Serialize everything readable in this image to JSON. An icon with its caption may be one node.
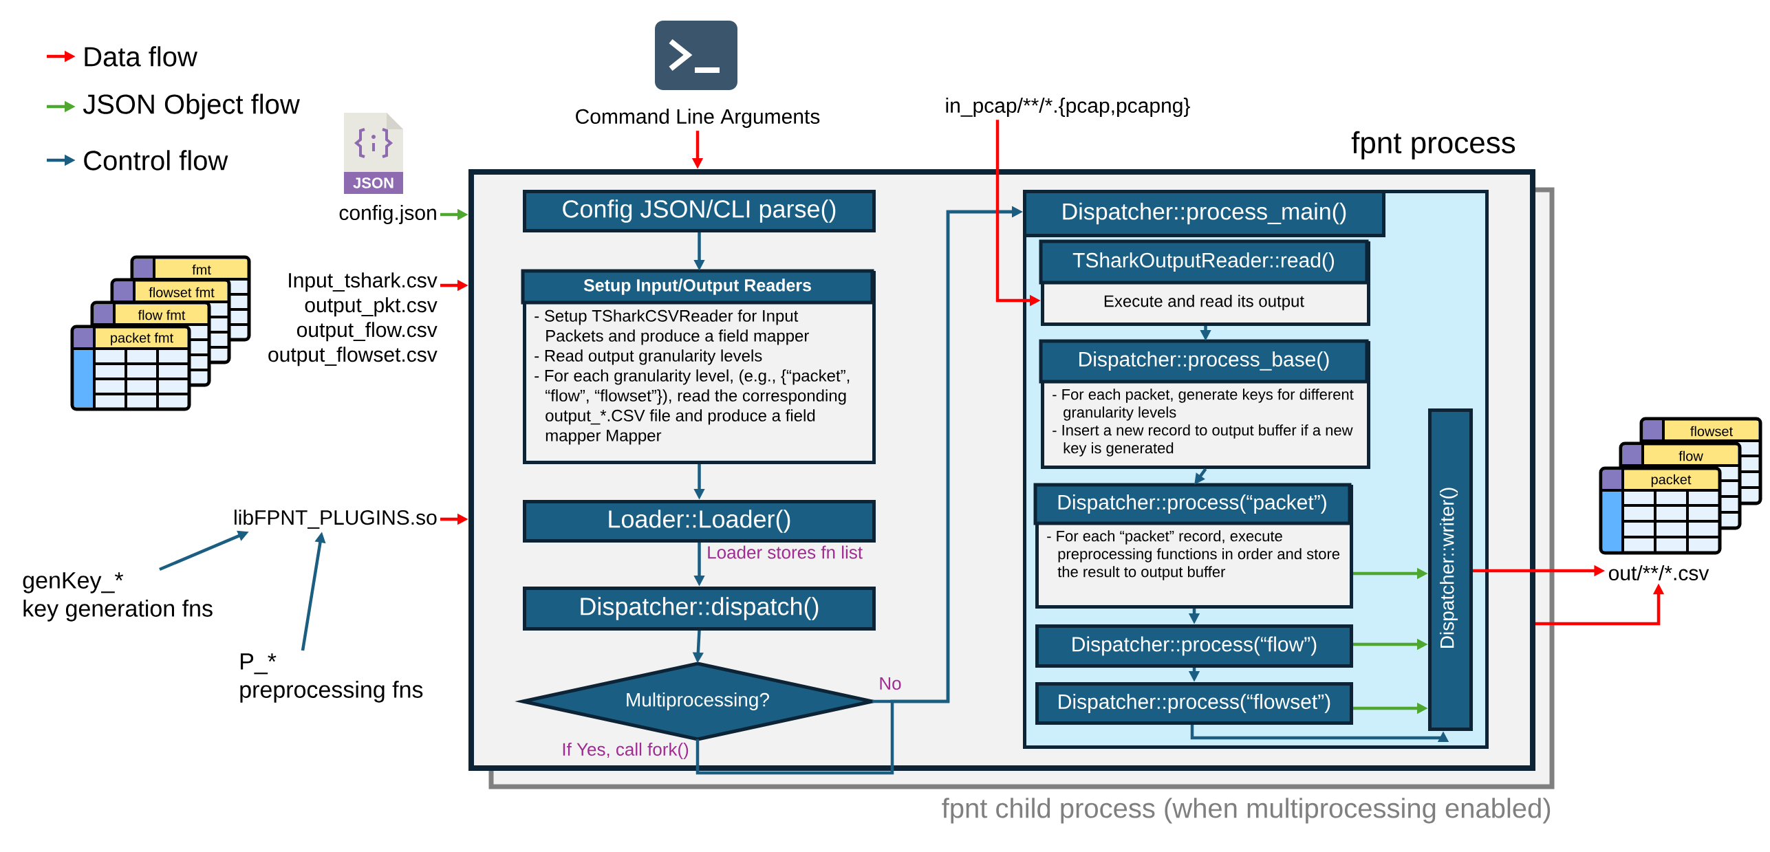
{
  "diagram": {
    "nodes": [
      {
        "text": [
          "fpnt process"
        ]
      },
      {
        "text": [
          "Config JSON/CLI parse()"
        ],
        "in": 0
      },
      {
        "text": [
          "Setup Input/Output Readers",
          "- Setup TSharkCSVReader for Input Packets and produce a field mapper",
          "- Read output granularity levels",
          "- For each granularity level, (e.g., {“packet”, “flow”, “flowset”}), read the corresponding output_*.CSV file and produce a field mapper Mapper"
        ],
        "in": 0
      },
      {
        "text": [
          "Loader::Loader()"
        ],
        "in": 0
      },
      {
        "text": [
          "Dispatcher::dispatch()"
        ],
        "in": 0
      },
      {
        "text": [
          "Multiprocessing?"
        ],
        "in": 0
      },
      {
        "text": [],
        "shape": "box",
        "in": 0
      },
      {
        "text": [
          "Dispatcher::process_main()"
        ],
        "in": 6
      },
      {
        "text": [
          "TSharkOutputReader::read()",
          "Execute and read its output"
        ],
        "in": 6
      },
      {
        "text": [
          "Dispatcher::process_base()",
          "- For each packet, generate keys for different granularity levels",
          "- Insert a new record to output buffer if a new key is generated"
        ],
        "in": 6
      },
      {
        "text": [
          "Dispatcher::process(“packet”)",
          "- For each “packet” record, execute preprocessing functions in order and store the result to output buffer"
        ],
        "in": 6
      },
      {
        "text": [
          "Dispatcher::process(“flow”)"
        ],
        "in": 6
      },
      {
        "text": [
          "Dispatcher::process(“flowset”)"
        ],
        "in": 6
      },
      {
        "text": [
          "Dispatcher::writer()"
        ],
        "in": 6
      },
      {
        "text": [
          "Command Line Arguments"
        ]
      },
      {
        "text": [
          "config.json"
        ]
      },
      {
        "text": [
          "Input_tshark.csv",
          "output_pkt.csv",
          "output_flow.csv",
          "output_flowset.csv"
        ]
      },
      {
        "text": [
          "libFPNT_PLUGINS.so"
        ]
      },
      {
        "text": [
          "genKey_*",
          "key generation fns"
        ]
      },
      {
        "text": [
          "P_*",
          "preprocessing fns"
        ]
      },
      {
        "text": [
          "in_pcap/**/*.{pcap,pcapng}"
        ]
      },
      {
        "text": [
          "out/**/*.csv"
        ]
      }
    ],
    "edges": [
      {
        "from": 14,
        "to": 0,
        "arrow": "to",
        "color": "#ff0000"
      },
      {
        "from": 15,
        "to": 0,
        "arrow": "to",
        "color": "#4ea72e"
      },
      {
        "from": 16,
        "to": 0,
        "arrow": "to",
        "color": "#ff0000"
      },
      {
        "from": 17,
        "to": 0,
        "arrow": "to",
        "color": "#ff0000"
      },
      {
        "from": 18,
        "to": 17,
        "arrow": "to"
      },
      {
        "from": 19,
        "to": 17,
        "arrow": "to"
      },
      {
        "from": 1,
        "to": 2,
        "arrow": "to"
      },
      {
        "from": 2,
        "to": 3,
        "arrow": "to"
      },
      {
        "from": 3,
        "to": 4,
        "arrow": "to",
        "label": "Loader stores fn list"
      },
      {
        "from": 4,
        "to": 5,
        "arrow": "to"
      },
      {
        "from": 5,
        "to": 7,
        "arrow": "to",
        "label": "No"
      },
      {
        "from": 5,
        "to": 7,
        "arrow": "to",
        "label": "If Yes, call fork()"
      },
      {
        "from": 20,
        "to": 8,
        "arrow": "to",
        "color": "#ff0000"
      },
      {
        "from": 8,
        "to": 9,
        "arrow": "to"
      },
      {
        "from": 9,
        "to": 10,
        "arrow": "to"
      },
      {
        "from": 10,
        "to": 11,
        "arrow": "to"
      },
      {
        "from": 11,
        "to": 12,
        "arrow": "to"
      },
      {
        "from": 10,
        "to": 13,
        "arrow": "to",
        "color": "#4ea72e"
      },
      {
        "from": 11,
        "to": 13,
        "arrow": "to",
        "color": "#4ea72e"
      },
      {
        "from": 12,
        "to": 13,
        "arrow": "to",
        "color": "#4ea72e"
      },
      {
        "from": 12,
        "to": 13,
        "arrow": "to"
      },
      {
        "from": 13,
        "to": 21,
        "arrow": "to",
        "color": "#ff0000"
      },
      {
        "from": 0,
        "to": 21,
        "arrow": "to",
        "color": "#ff0000"
      }
    ],
    "labels": [
      "JSON",
      "fmt",
      "flowset fmt",
      "flow fmt",
      "packet fmt",
      "flowset",
      "flow",
      "packet",
      "fpnt child process (when multiprocessing enabled)"
    ],
    "legend": [
      {
        "text": "Data flow"
      },
      {
        "text": "JSON Object flow"
      },
      {
        "text": "Control flow"
      }
    ]
  }
}
